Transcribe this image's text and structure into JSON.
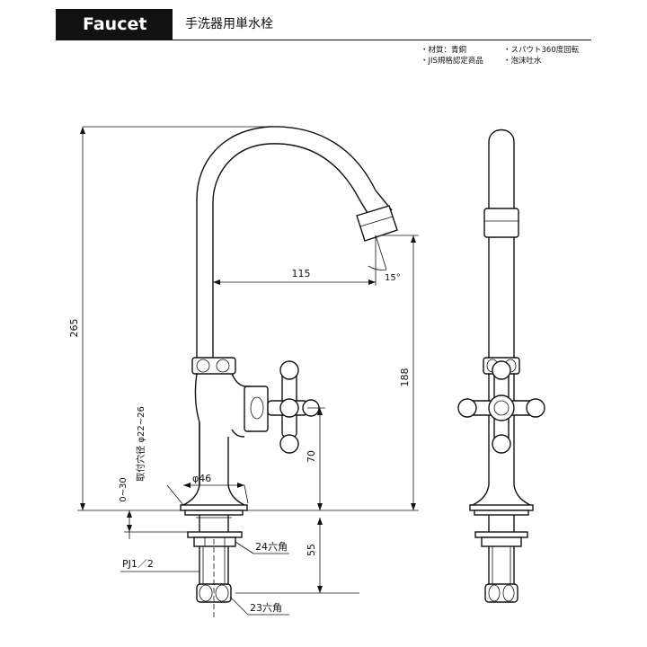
{
  "header": {
    "tab_label": "Faucet",
    "title": "手洗器用単水栓"
  },
  "specs": [
    [
      "・材質：青銅",
      "・スパウト360度回転"
    ],
    [
      "・JIS規格認定商品",
      "・泡沫吐水"
    ]
  ],
  "dimensions": {
    "total_height": "265",
    "reach": "115",
    "spout_angle": "15°",
    "spout_height": "188",
    "handle_height": "70",
    "base_diameter": "φ46",
    "counter_thickness": "0~30",
    "mount_hole": "取付穴径 φ22~26",
    "shank_length": "55",
    "pipe_thread": "PJ1／2",
    "hex_nut_upper": "24六角",
    "hex_nut_lower": "23六角"
  }
}
